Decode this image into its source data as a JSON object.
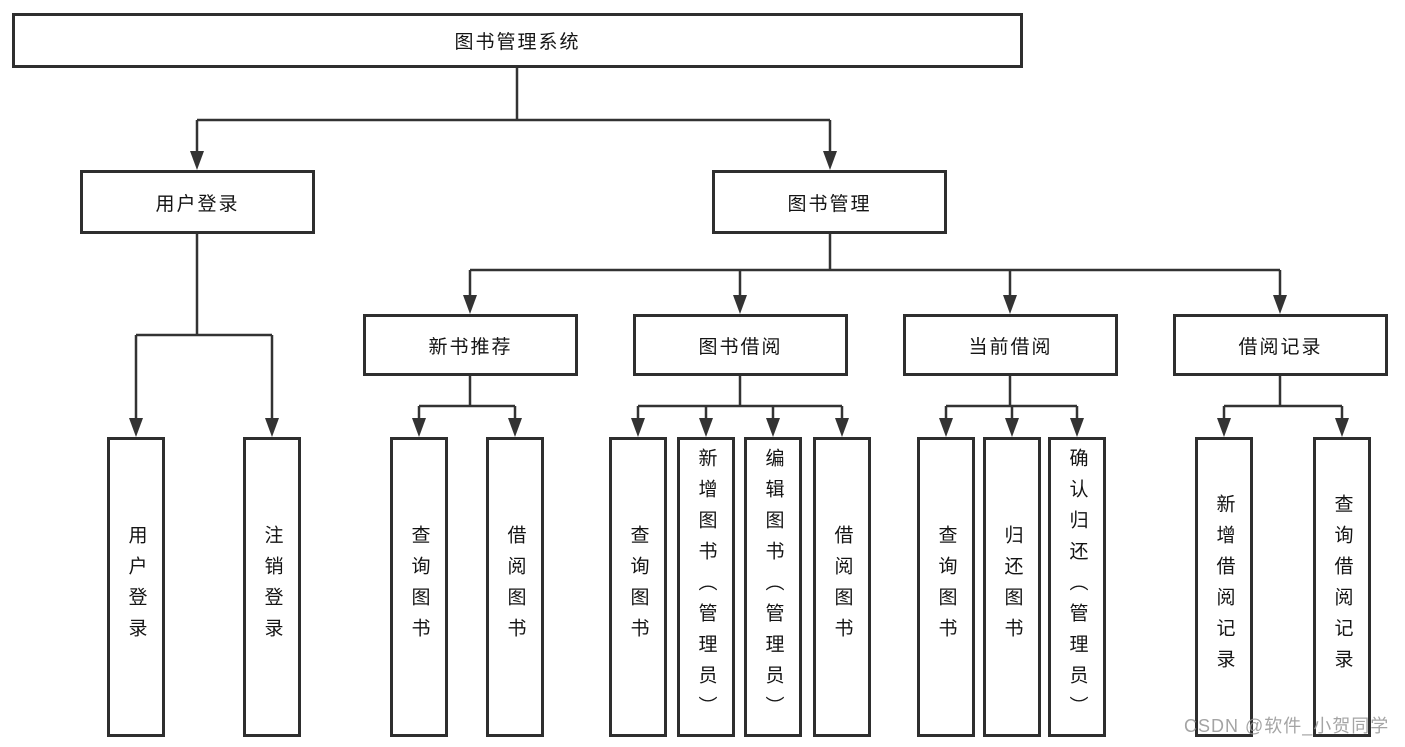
{
  "diagram_title": "图书管理系统",
  "nodes": {
    "root": {
      "label": "图书管理系统"
    },
    "level2": [
      {
        "id": "user-login",
        "label": "用户登录"
      },
      {
        "id": "book-management",
        "label": "图书管理"
      }
    ],
    "level3": [
      {
        "id": "new-book-recommend",
        "label": "新书推荐",
        "parent": "图书管理"
      },
      {
        "id": "book-borrow",
        "label": "图书借阅",
        "parent": "图书管理"
      },
      {
        "id": "current-borrow",
        "label": "当前借阅",
        "parent": "图书管理"
      },
      {
        "id": "borrow-record",
        "label": "借阅记录",
        "parent": "图书管理"
      }
    ],
    "leaves": [
      {
        "parent": "用户登录",
        "label": "用户登录"
      },
      {
        "parent": "用户登录",
        "label": "注销登录"
      },
      {
        "parent": "新书推荐",
        "label": "查询图书"
      },
      {
        "parent": "新书推荐",
        "label": "借阅图书"
      },
      {
        "parent": "图书借阅",
        "label": "查询图书"
      },
      {
        "parent": "图书借阅",
        "label": "新增图书（管理员）"
      },
      {
        "parent": "图书借阅",
        "label": "编辑图书（管理员）"
      },
      {
        "parent": "图书借阅",
        "label": "借阅图书"
      },
      {
        "parent": "当前借阅",
        "label": "查询图书"
      },
      {
        "parent": "当前借阅",
        "label": "归还图书"
      },
      {
        "parent": "当前借阅",
        "label": "确认归还（管理员）"
      },
      {
        "parent": "借阅记录",
        "label": "新增借阅记录"
      },
      {
        "parent": "借阅记录",
        "label": "查询借阅记录"
      }
    ]
  },
  "watermark": {
    "text": "CSDN @软件_小贺同学",
    "color": "#949494"
  },
  "colors": {
    "line": "#333333",
    "box_border": "#2e2e2e",
    "text": "#141414",
    "background": "#ffffff"
  }
}
